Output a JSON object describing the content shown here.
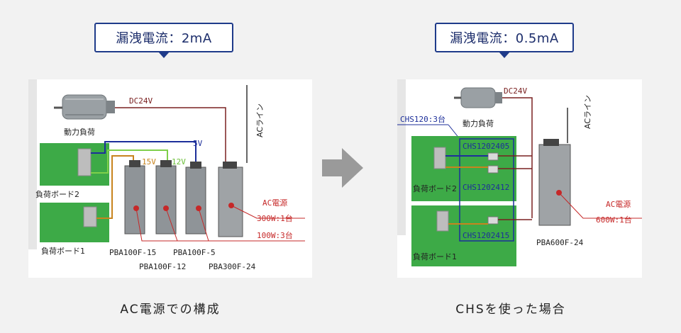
{
  "left": {
    "callout": "漏洩電流：2mA",
    "caption": "AC電源での構成",
    "dc_label": "DC24V",
    "ac_line": "ACライン",
    "motor": "動力負荷",
    "v5": "5V",
    "v15": "15V",
    "v12": "12V",
    "board2": "負荷ボード2",
    "board1": "負荷ボード1",
    "ac_power": "AC電源",
    "spec1": "300W:1台",
    "spec2": "100W:3台",
    "psu1": "PBA100F-15",
    "psu2": "PBA100F-12",
    "psu3": "PBA100F-5",
    "psu4": "PBA300F-24"
  },
  "right": {
    "callout": "漏洩電流：0.5mA",
    "caption": "CHSを使った場合",
    "dc_label": "DC24V",
    "ac_line": "ACライン",
    "motor": "動力負荷",
    "chs_count": "CHS120:3台",
    "chs1": "CHS1202405",
    "chs2": "CHS1202412",
    "chs3": "CHS1202415",
    "board2": "負荷ボード2",
    "board1": "負荷ボード1",
    "psu": "PBA600F-24",
    "ac_power": "AC電源",
    "spec": "600W:1台"
  },
  "colors": {
    "callout_border": "#1f3b8a",
    "board_green": "#3daa47",
    "wire_dark_red": "#7a2020",
    "wire_blue": "#1d2f9a",
    "wire_orange": "#c8841e",
    "wire_green": "#7fcf4a",
    "accent_red": "#c62828",
    "arrow_gray": "#9a9a9a"
  }
}
